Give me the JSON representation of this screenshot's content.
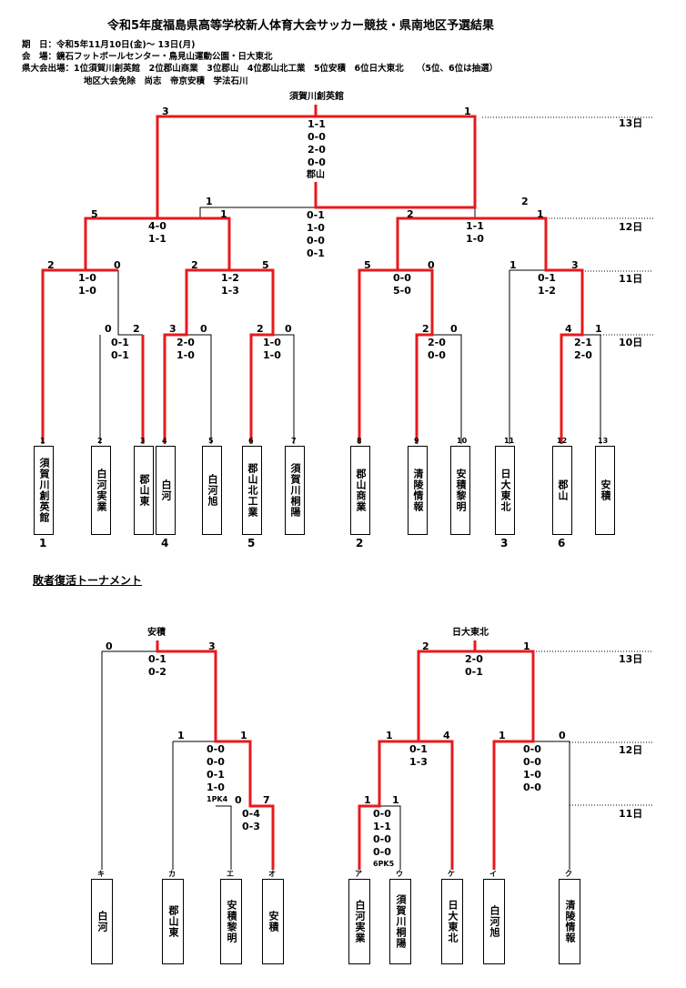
{
  "header": {
    "title": "令和5年度福島県高等学校新人体育大会サッカー競技・県南地区予選結果",
    "line_date": "期　日：令和5年11月10日(金)～ 13日(月)",
    "line_venue": "会　場：鏡石フットボールセンター・鳥見山運動公園・日大東北",
    "line_qual": "県大会出場：1位須賀川創英館　2位郡山商業　3位郡山　4位郡山北工業　5位安積　6位日大東北　　（5位、6位は抽選）",
    "line_exempt": "地区大会免除　尚志　帝京安積　学法石川"
  },
  "days": [
    "13日",
    "12日",
    "11日",
    "10日"
  ],
  "main": {
    "champion": "須賀川創英館",
    "semi_label": "郡山",
    "teams": [
      "須賀川創英館",
      "白河実業",
      "郡山東",
      "白河",
      "白河旭",
      "郡山北工業",
      "須賀川桐陽",
      "郡山商業",
      "清陵情報",
      "安積黎明",
      "日大東北",
      "郡山",
      "安積"
    ],
    "seeds": [
      "1",
      "2",
      "3",
      "4",
      "5",
      "6",
      "7",
      "8",
      "9",
      "10",
      "11",
      "12",
      "13"
    ],
    "ranks": [
      "1",
      "4",
      "5",
      "2",
      "3",
      "6"
    ],
    "scores": {
      "final": [
        "1-1",
        "0-0",
        "2-0",
        "0-0"
      ],
      "semi": [
        "0-1",
        "1-0",
        "0-0",
        "0-1"
      ],
      "qf_left": [
        "4-0",
        "1-1"
      ],
      "qf_right": [
        "1-1",
        "1-0"
      ],
      "r2_a": [
        "1-0",
        "1-0"
      ],
      "r2_b": [
        "1-2",
        "1-3"
      ],
      "r2_c": [
        "0-0",
        "5-0"
      ],
      "r2_d": [
        "0-1",
        "1-2"
      ],
      "r1_a": [
        "0-1",
        "0-1"
      ],
      "r1_b": [
        "2-0",
        "1-0"
      ],
      "r1_c": [
        "1-0",
        "1-0"
      ],
      "r1_d": [
        "2-0",
        "0-0"
      ],
      "r1_e": [
        "2-1",
        "2-0"
      ]
    },
    "goals": {
      "final_l": "3",
      "final_r": "1",
      "semi_l": "1",
      "semi_r": "2",
      "qfl_l": "5",
      "qfl_r": "1",
      "qfr_l": "2",
      "qfr_r": "1",
      "r2a_l": "2",
      "r2a_r": "0",
      "r2b_l": "2",
      "r2b_r": "5",
      "r2c_l": "5",
      "r2c_r": "0",
      "r2d_l": "1",
      "r2d_r": "3",
      "r1a_l": "0",
      "r1a_r": "2",
      "r1b_l": "3",
      "r1b_r": "0",
      "r1c_l": "2",
      "r1c_r": "0",
      "r1d_l": "2",
      "r1d_r": "0",
      "r1e_l": "4",
      "r1e_r": "1"
    }
  },
  "consolation": {
    "heading": "敗者復活トーナメント",
    "left_winner": "安積",
    "right_winner": "日大東北",
    "teams": [
      "白河",
      "郡山東",
      "安積黎明",
      "安積",
      "白河実業",
      "須賀川桐陽",
      "日大東北",
      "白河旭",
      "清陵情報"
    ],
    "codes": [
      "キ",
      "カ",
      "エ",
      "オ",
      "ア",
      "ウ",
      "ケ",
      "イ",
      "ク"
    ],
    "scores": {
      "lf": [
        "0-1",
        "0-2"
      ],
      "ls": [
        "0-0",
        "0-0",
        "0-1",
        "1-0"
      ],
      "ls_pk": "1PK4",
      "l1": [
        "0-4",
        "0-3"
      ],
      "rf": [
        "2-0",
        "0-1"
      ],
      "rs1": [
        "0-1",
        "1-3"
      ],
      "rs2": [
        "0-0",
        "0-0",
        "1-0",
        "0-0"
      ],
      "r1": [
        "0-0",
        "1-1",
        "0-0",
        "0-0"
      ],
      "r1_pk": "6PK5"
    },
    "goals": {
      "lf_l": "0",
      "lf_r": "3",
      "ls_l": "1",
      "ls_r": "1",
      "l1_l": "0",
      "l1_r": "7",
      "rf_l": "2",
      "rf_r": "1",
      "rs1_l": "1",
      "rs1_r": "4",
      "rs2_l": "1",
      "rs2_r": "0",
      "r1_l": "1",
      "r1_r": "1"
    }
  },
  "colors": {
    "win": "#e8191d",
    "line": "#000000"
  }
}
